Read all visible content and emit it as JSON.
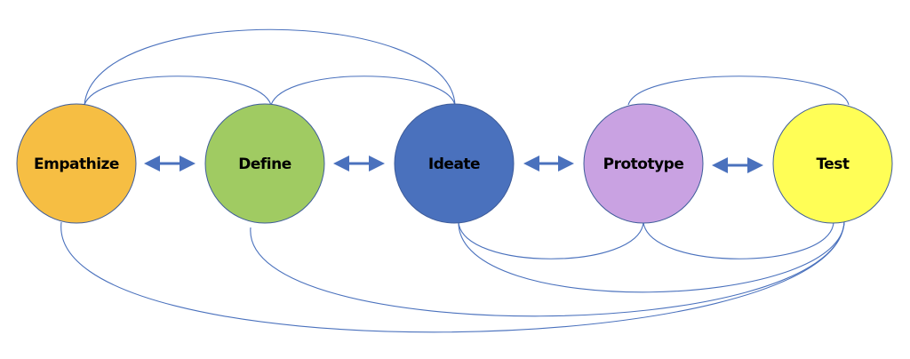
{
  "title": "Design thinking process",
  "stages": [
    {
      "id": "empathize",
      "label": "Empathize",
      "color": "#F6BE43"
    },
    {
      "id": "define",
      "label": "Define",
      "color": "#A0CB62"
    },
    {
      "id": "ideate",
      "label": "Ideate",
      "color": "#4A71BD"
    },
    {
      "id": "prototype",
      "label": "Prototype",
      "color": "#C9A2E2"
    },
    {
      "id": "test",
      "label": "Test",
      "color": "#FFFE56"
    }
  ],
  "connector_color": "#4A71BD",
  "links": [
    {
      "from": "empathize",
      "to": "define",
      "type": "bidirectional-arrow"
    },
    {
      "from": "define",
      "to": "ideate",
      "type": "bidirectional-arrow"
    },
    {
      "from": "ideate",
      "to": "prototype",
      "type": "bidirectional-arrow"
    },
    {
      "from": "prototype",
      "to": "test",
      "type": "bidirectional-arrow"
    },
    {
      "from": "empathize",
      "to": "define",
      "type": "arc-top"
    },
    {
      "from": "define",
      "to": "ideate",
      "type": "arc-top"
    },
    {
      "from": "empathize",
      "to": "ideate",
      "type": "arc-top"
    },
    {
      "from": "prototype",
      "to": "test",
      "type": "arc-top"
    },
    {
      "from": "empathize",
      "to": "test",
      "type": "arc-bottom"
    },
    {
      "from": "define",
      "to": "test",
      "type": "arc-bottom"
    },
    {
      "from": "ideate",
      "to": "prototype",
      "type": "arc-bottom"
    },
    {
      "from": "ideate",
      "to": "test",
      "type": "arc-bottom"
    },
    {
      "from": "prototype",
      "to": "test",
      "type": "arc-bottom"
    }
  ]
}
